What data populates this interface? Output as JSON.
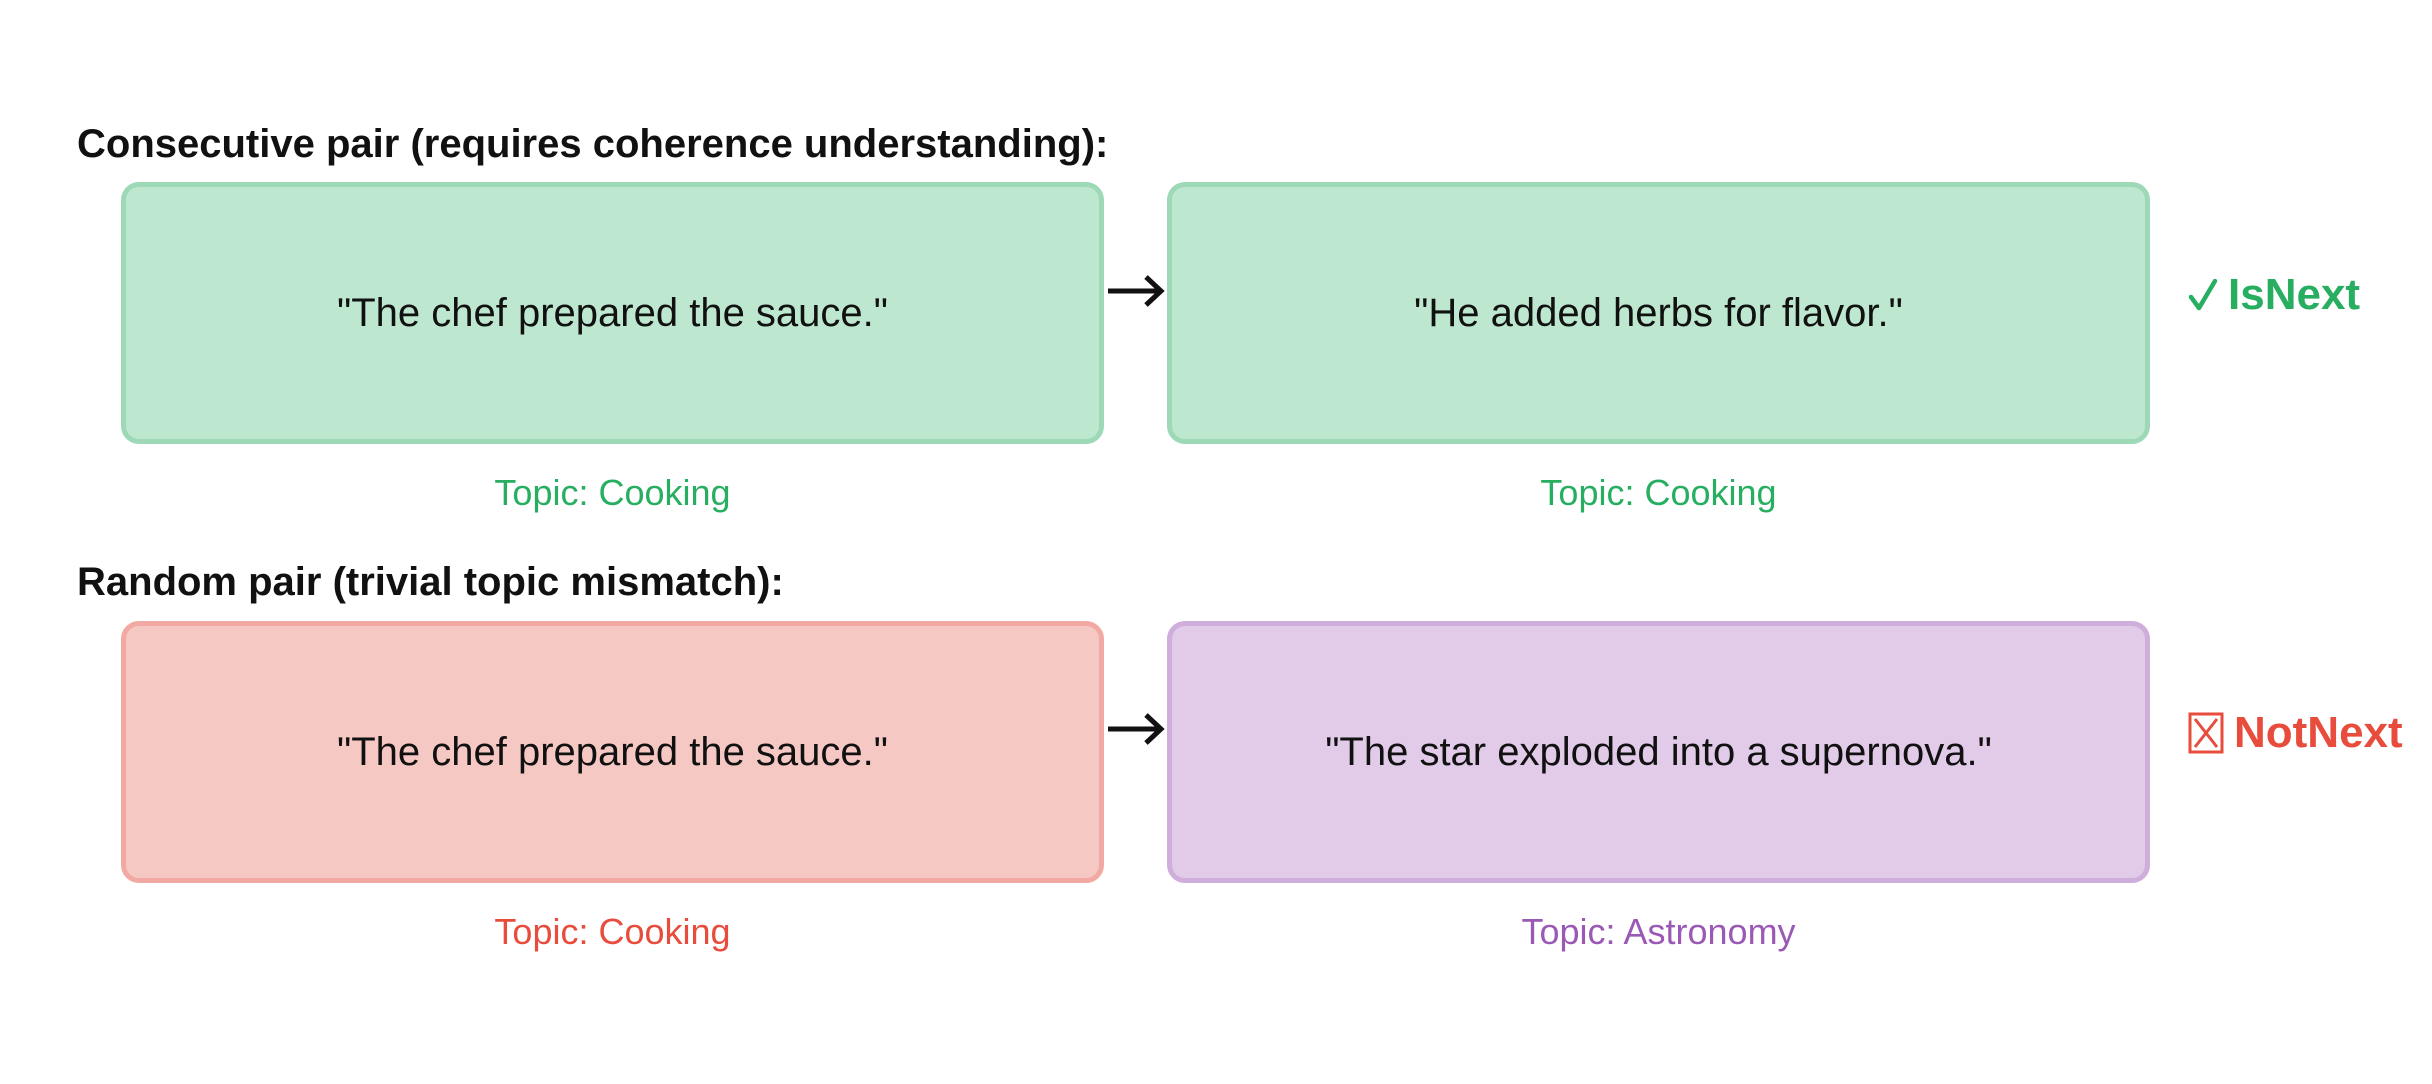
{
  "colors": {
    "green_fill": "#bde7cf",
    "green_border": "#9dd9b7",
    "green_text": "#27ae60",
    "red_fill": "#f6c8c4",
    "red_border": "#f2a9a3",
    "red_text": "#e74c3c",
    "purple_fill": "#e1cbe8",
    "purple_border": "#cfaedb",
    "purple_text": "#9b59b6"
  },
  "consecutive": {
    "title": "Consecutive pair (requires coherence understanding):",
    "sentence_a": "\"The chef prepared the sauce.\"",
    "sentence_b": "\"He added herbs for flavor.\"",
    "topic_a": "Topic: Cooking",
    "topic_b": "Topic: Cooking",
    "verdict": "IsNext",
    "verdict_icon": "check-icon"
  },
  "random": {
    "title": "Random pair (trivial topic mismatch):",
    "sentence_a": "\"The chef prepared the sauce.\"",
    "sentence_b": "\"The star exploded into a supernova.\"",
    "topic_a": "Topic: Cooking",
    "topic_b": "Topic: Astronomy",
    "verdict": "NotNext",
    "verdict_icon": "cross-box-icon"
  }
}
